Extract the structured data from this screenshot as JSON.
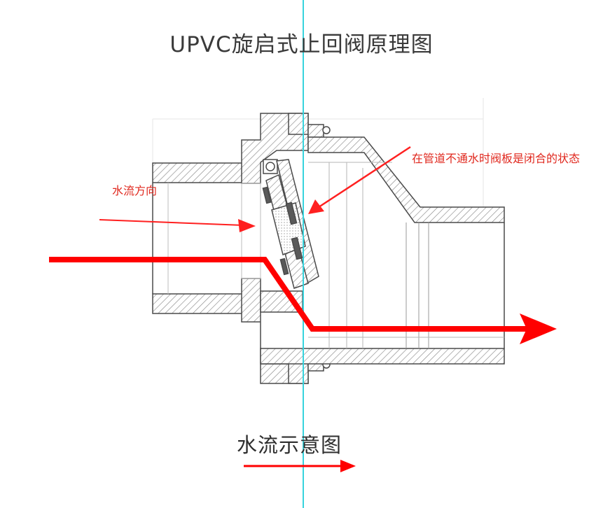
{
  "title": "UPVC旋启式止回阀原理图",
  "annotations": {
    "flow_direction": "水流方向",
    "valve_closed_state": "在管道不通水时阀板是闭合的状态"
  },
  "legend": {
    "label": "水流示意图"
  },
  "colors": {
    "flow_arrow": "#ff0000",
    "annotation_text": "#e0281e",
    "guide_line": "#37d3dd",
    "hatch": "#8a8a8a",
    "outline": "#4a4a4a"
  },
  "icons": {
    "flow_arrow": "arrow-right-icon",
    "legend_arrow": "arrow-right-icon"
  }
}
